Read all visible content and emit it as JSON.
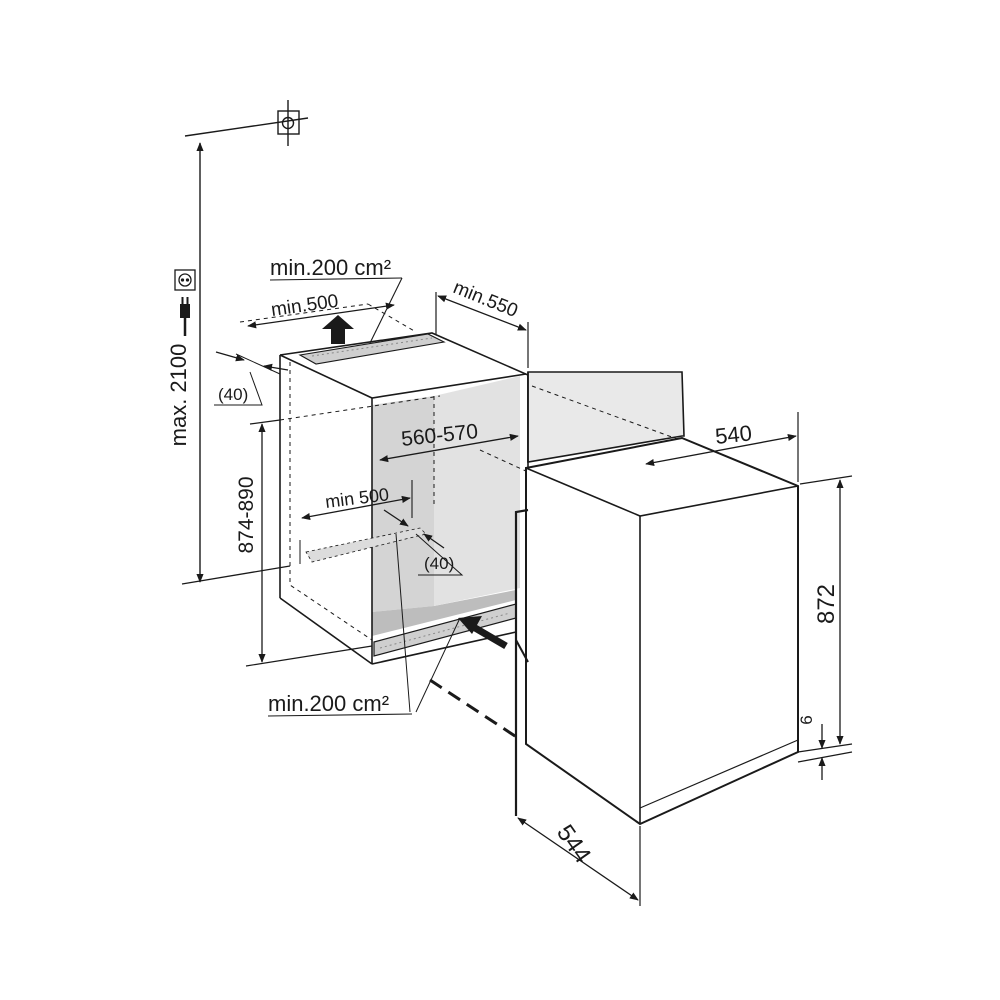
{
  "labels": {
    "max_height": "max. 2100",
    "top_vent_area": "min.200 cm²",
    "top_vent_width": "min.500",
    "depth_min": "min.550",
    "top_gap": "(40)",
    "niche_width": "560-570",
    "niche_height": "874-890",
    "bottom_vent_width": "min 500",
    "bottom_gap": "(40)",
    "bottom_vent_area": "min.200 cm²",
    "appliance_width": "540",
    "appliance_height": "872",
    "base_gap": "6",
    "door_depth": "544"
  },
  "colors": {
    "line": "#1a1a1a",
    "niche_back": "#d4d4d4",
    "niche_floor": "#bdbdbd",
    "door_panel": "#e9e9e9",
    "vent_grille": "#cfcfcf"
  },
  "icons": [
    "crosshair-icon",
    "power-socket-icon",
    "plug-icon",
    "vent-arrow-icon"
  ]
}
